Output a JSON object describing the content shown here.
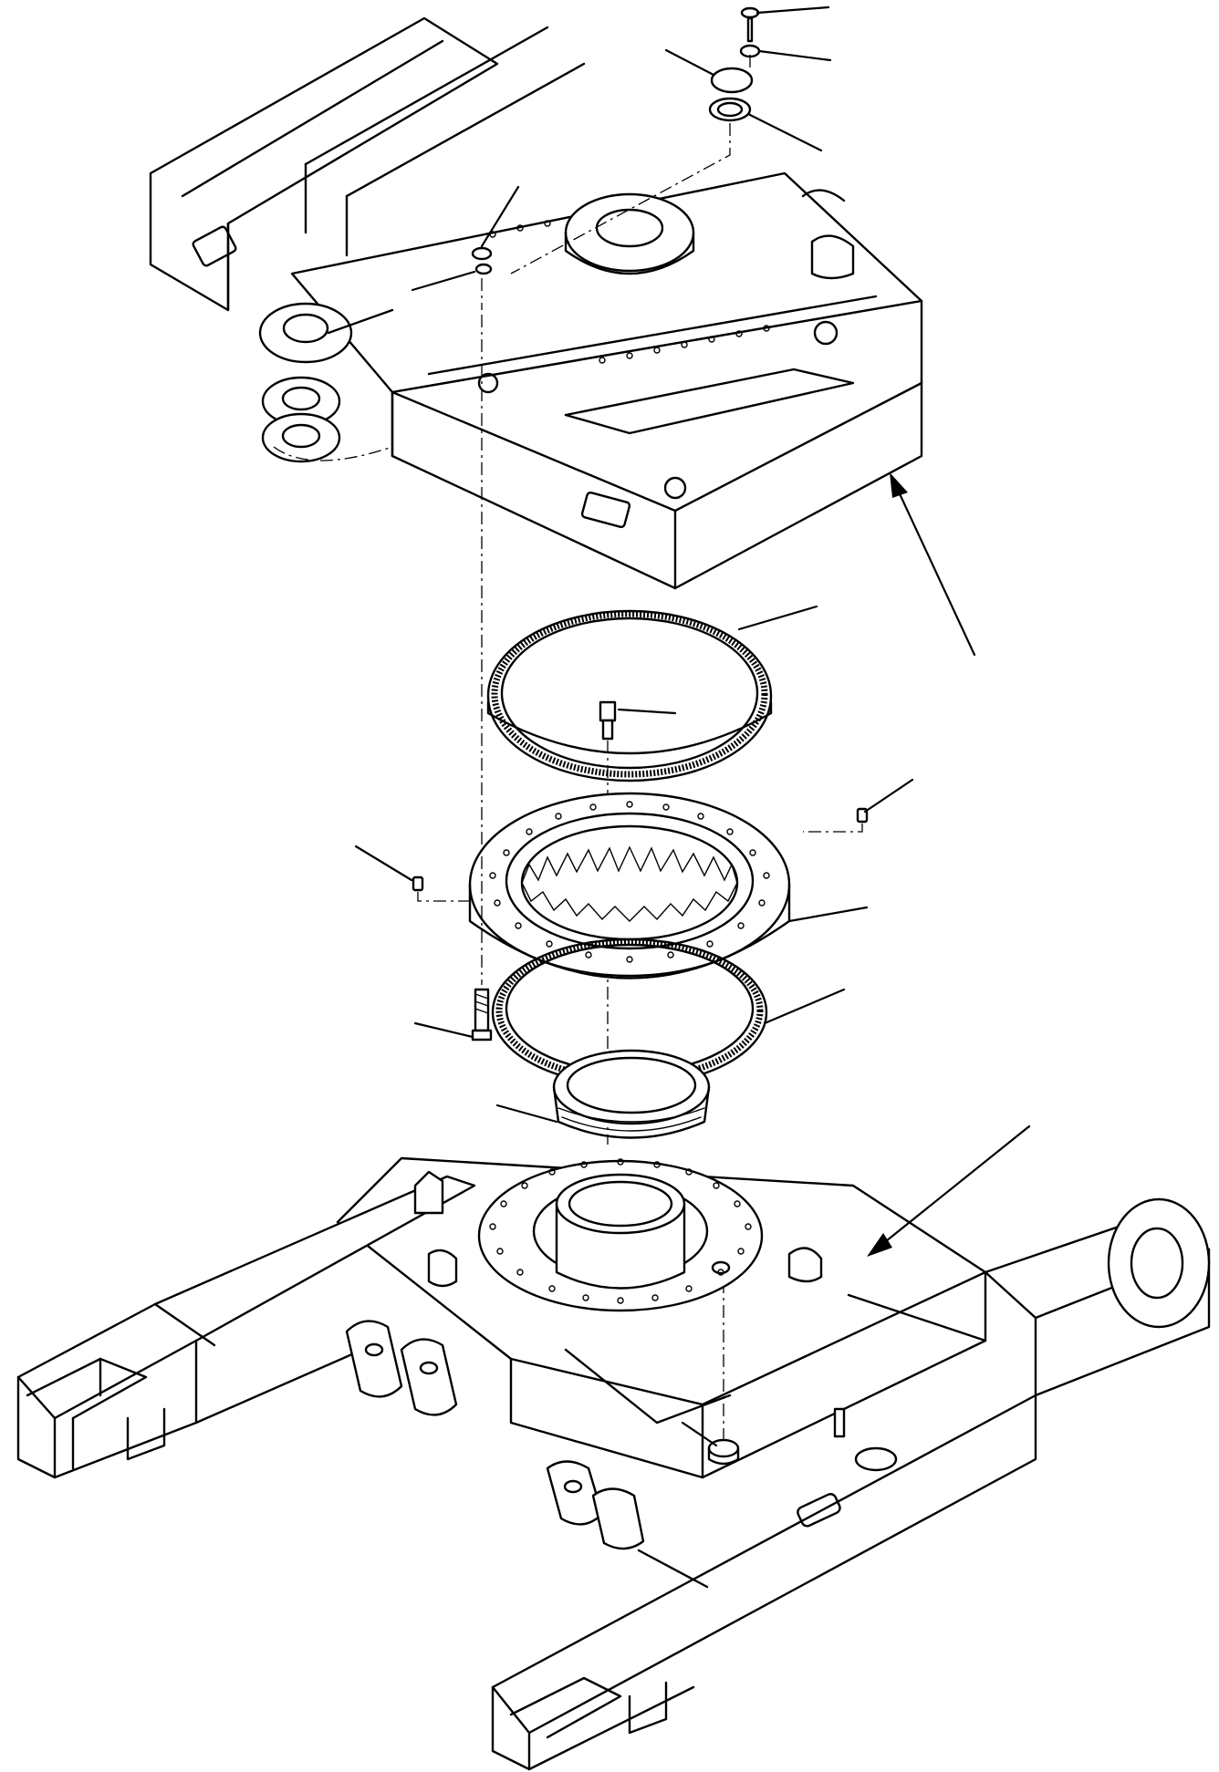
{
  "figure": {
    "kind": "exploded-parts-diagram",
    "labels": []
  },
  "icons": {
    "upper_frame": "revolving-frame",
    "lower_frame": "track-frame",
    "swing_circle": "swing-bearing",
    "seals": "seal-rings",
    "center_joint": "swivel-joint",
    "bolts": "bolt",
    "dowels": "dowel-pin",
    "leaders": "leader-line",
    "arrows": "arrow"
  },
  "colors": {
    "line": "#000000",
    "background": "#ffffff"
  }
}
